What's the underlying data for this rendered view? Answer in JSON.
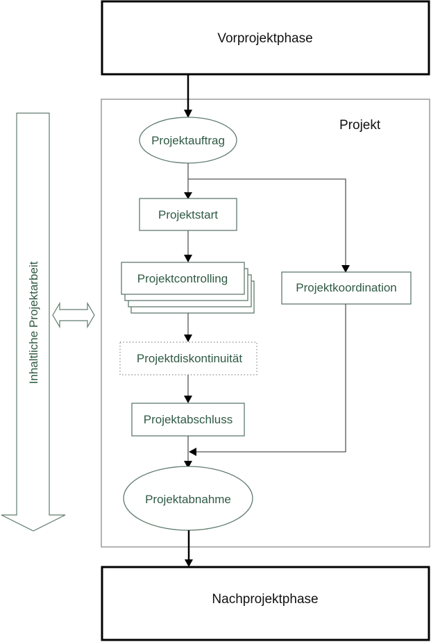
{
  "diagram": {
    "phases": {
      "before": "Vorprojektphase",
      "after": "Nachprojektphase"
    },
    "project_container_label": "Projekt",
    "side_arrow_label": "Inhaltliche Projektarbeit",
    "nodes": {
      "auftrag": "Projektauftrag",
      "start": "Projektstart",
      "controlling": "Projektcontrolling",
      "koordination": "Projektkoordination",
      "diskontinuitaet": "Projektdiskontinuität",
      "abschluss": "Projektabschluss",
      "abnahme": "Projektabnahme"
    },
    "edges": [
      {
        "from": "Vorprojektphase",
        "to": "Projektauftrag"
      },
      {
        "from": "Projektauftrag",
        "to": "Projektstart"
      },
      {
        "from": "Projektauftrag",
        "to": "Projektkoordination"
      },
      {
        "from": "Projektstart",
        "to": "Projektcontrolling"
      },
      {
        "from": "Projektcontrolling",
        "to": "Projektdiskontinuität"
      },
      {
        "from": "Projektdiskontinuität",
        "to": "Projektabschluss"
      },
      {
        "from": "Projektabschluss",
        "to": "Projektabnahme"
      },
      {
        "from": "Projektkoordination",
        "to": "Projektabnahme"
      },
      {
        "from": "Projektabnahme",
        "to": "Nachprojektphase"
      }
    ],
    "colors": {
      "node_text": "#2f5a44",
      "node_border": "#5f7a6c",
      "phase_border": "#000000",
      "container_border": "#9a9a9a"
    }
  }
}
